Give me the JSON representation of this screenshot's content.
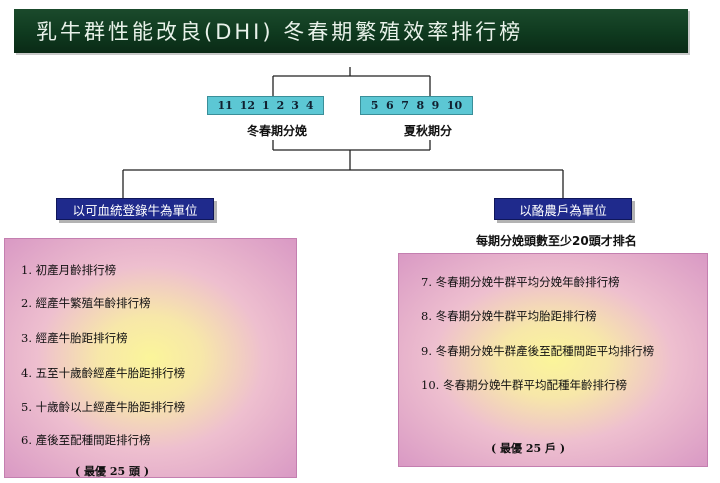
{
  "title": "乳牛群性能改良(DHI) 冬春期繁殖效率排行榜",
  "periods": {
    "winter_spring": {
      "months": [
        "11",
        "12",
        "1",
        "2",
        "3",
        "4"
      ],
      "label": "冬春期分娩"
    },
    "summer_autumn": {
      "months": [
        "5",
        "6",
        "7",
        "8",
        "9",
        "10"
      ],
      "label": "夏秋期分"
    }
  },
  "left_branch": {
    "unit_label": "以可血統登錄牛為單位",
    "items": [
      "1. 初產月齡排行榜",
      "2. 經產牛繁殖年齡排行榜",
      "3. 經產牛胎距排行榜",
      "4. 五至十歲齡經產牛胎距排行榜",
      "5. 十歲齡以上經產牛胎距排行榜",
      "6. 產後至配種間距排行榜"
    ],
    "footnote": "( 最優 25 頭 )"
  },
  "right_branch": {
    "unit_label": "以酪農戶為單位",
    "note": "每期分娩頭數至少20頭才排名",
    "items": [
      "7. 冬春期分娩牛群平均分娩年齡排行榜",
      "8. 冬春期分娩牛群平均胎距排行榜",
      "9. 冬春期分娩牛群產後至配種間距平均排行榜",
      "10. 冬春期分娩牛群平均配種年齡排行榜"
    ],
    "footnote": "( 最優 25 戶 )"
  },
  "colors": {
    "title_bg": "#0f3a1f",
    "month_box": "#5cc7d4",
    "unit_box": "#1f2a8c",
    "panel_center": "#fbf59a",
    "panel_edge": "#d999c4"
  }
}
